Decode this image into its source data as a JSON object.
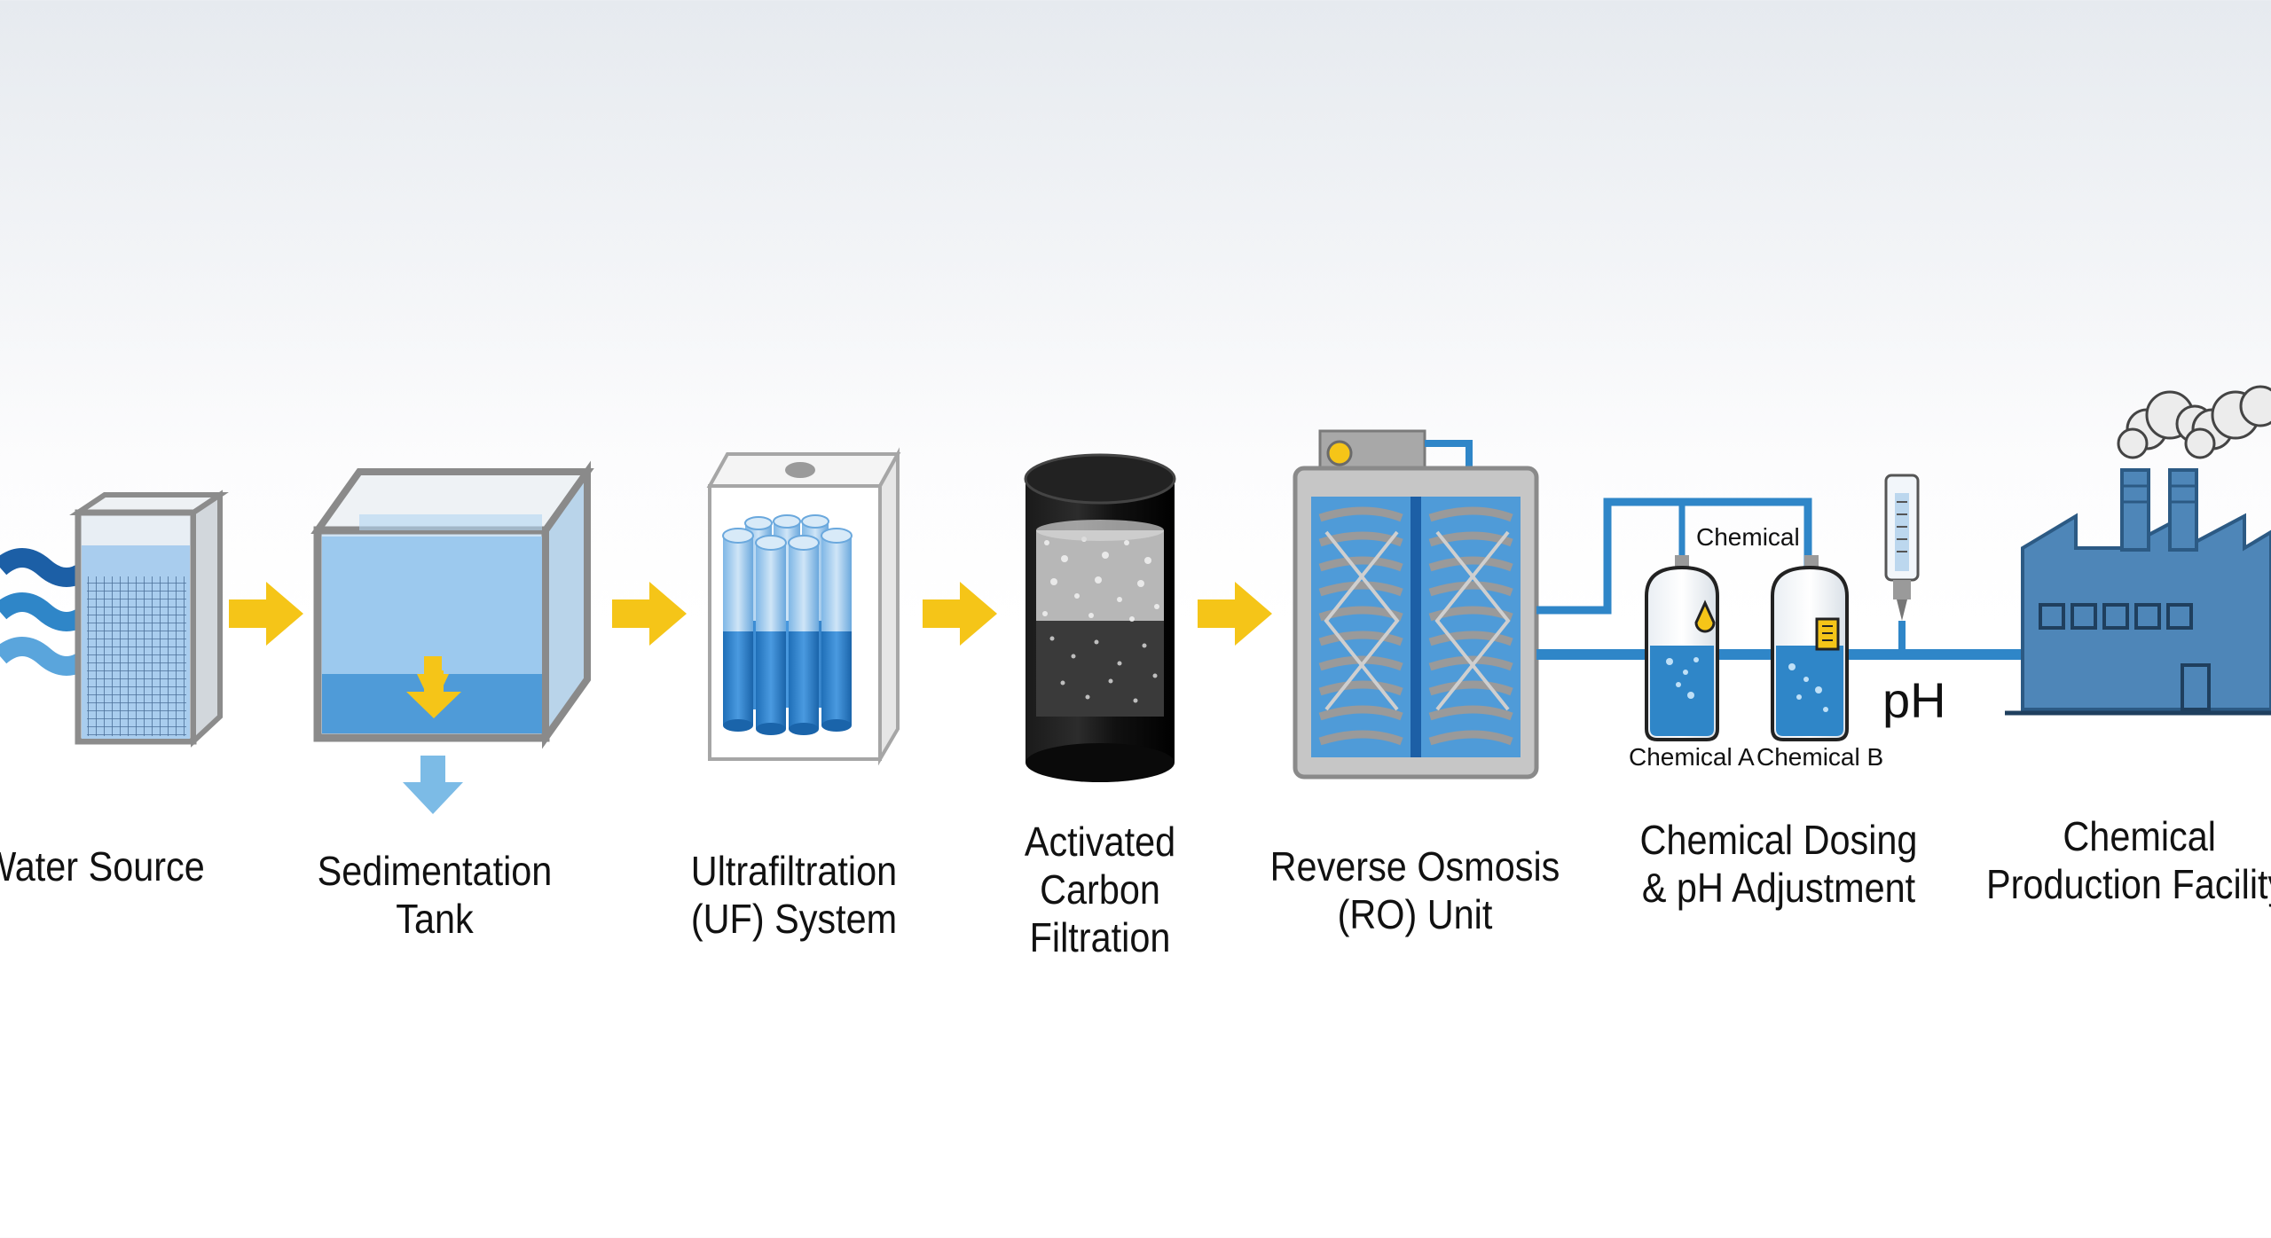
{
  "stages": [
    {
      "id": "water-source",
      "line1": "Water Source",
      "line2": ""
    },
    {
      "id": "sedimentation",
      "line1": "Sedimentation",
      "line2": "Tank"
    },
    {
      "id": "ultrafiltration",
      "line1": "Ultrafiltration",
      "line2": "(UF) System"
    },
    {
      "id": "carbon",
      "line1": "Activated",
      "line2": "Carbon",
      "line3": "Filtration"
    },
    {
      "id": "ro",
      "line1": "Reverse Osmosis",
      "line2": "(RO) Unit"
    },
    {
      "id": "dosing",
      "line1": "Chemical Dosing",
      "line2": "& pH Adjustment"
    },
    {
      "id": "facility",
      "line1": "Chemical",
      "line2": "Production Facility"
    }
  ],
  "dosing": {
    "chemical_label": "Chemical",
    "tank_a_label": "Chemical A",
    "tank_b_label": "Chemical B",
    "ph_label": "pH"
  },
  "colors": {
    "arrow": "#f5c518",
    "water": "#3a8fd0",
    "pipe": "#2f86c8",
    "frame": "#8c8c8c",
    "facility": "#4e86b8"
  }
}
